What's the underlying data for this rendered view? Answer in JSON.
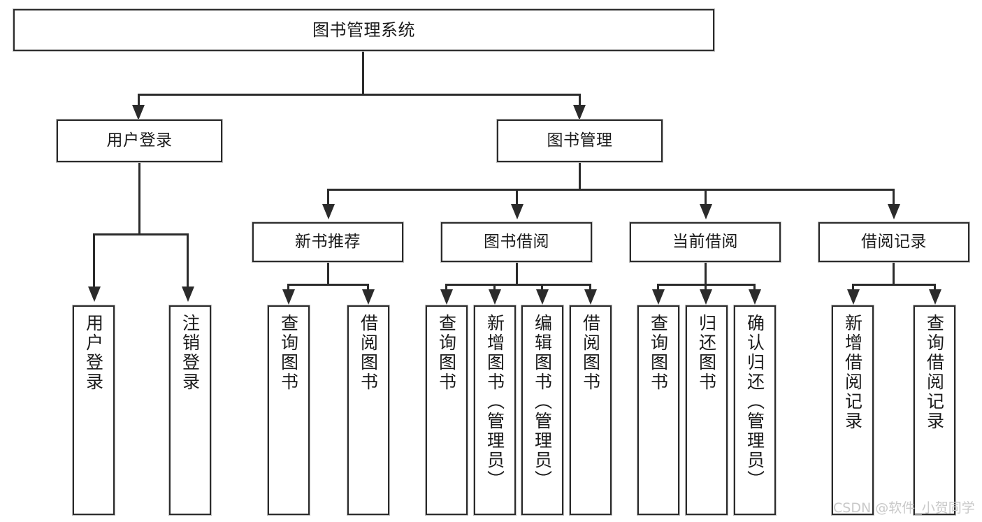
{
  "diagram": {
    "title": "图书管理系统",
    "type": "hierarchy-tree",
    "root": {
      "id": "root",
      "label": "图书管理系统"
    },
    "level2": [
      {
        "id": "user-login",
        "label": "用户登录"
      },
      {
        "id": "book-manage",
        "label": "图书管理"
      }
    ],
    "level3": [
      {
        "id": "new-book-rec",
        "label": "新书推荐",
        "parent": "book-manage"
      },
      {
        "id": "book-borrow",
        "label": "图书借阅",
        "parent": "book-manage"
      },
      {
        "id": "current-borrow",
        "label": "当前借阅",
        "parent": "book-manage"
      },
      {
        "id": "borrow-record",
        "label": "借阅记录",
        "parent": "book-manage"
      }
    ],
    "leaves": {
      "user_login": [
        {
          "id": "leaf-user-login",
          "label": "用户登录"
        },
        {
          "id": "leaf-logout",
          "label": "注销登录"
        }
      ],
      "new_book_rec": [
        {
          "id": "leaf-query-book-1",
          "label": "查询图书"
        },
        {
          "id": "leaf-borrow-book-1",
          "label": "借阅图书"
        }
      ],
      "book_borrow": [
        {
          "id": "leaf-query-book-2",
          "label": "查询图书"
        },
        {
          "id": "leaf-add-book",
          "label": "新增图书（管理员）"
        },
        {
          "id": "leaf-edit-book",
          "label": "编辑图书（管理员）"
        },
        {
          "id": "leaf-borrow-book-2",
          "label": "借阅图书"
        }
      ],
      "current_borrow": [
        {
          "id": "leaf-query-book-3",
          "label": "查询图书"
        },
        {
          "id": "leaf-return-book",
          "label": "归还图书"
        },
        {
          "id": "leaf-confirm-return",
          "label": "确认归还（管理员）"
        }
      ],
      "borrow_record": [
        {
          "id": "leaf-add-record",
          "label": "新增借阅记录"
        },
        {
          "id": "leaf-query-record",
          "label": "查询借阅记录"
        }
      ]
    }
  },
  "watermark": {
    "text": "CSDN @软件_小贺同学"
  },
  "colors": {
    "border": "#2b2b2b",
    "background": "#ffffff",
    "text": "#1a1a1a",
    "watermark": "#c9c9c9"
  }
}
